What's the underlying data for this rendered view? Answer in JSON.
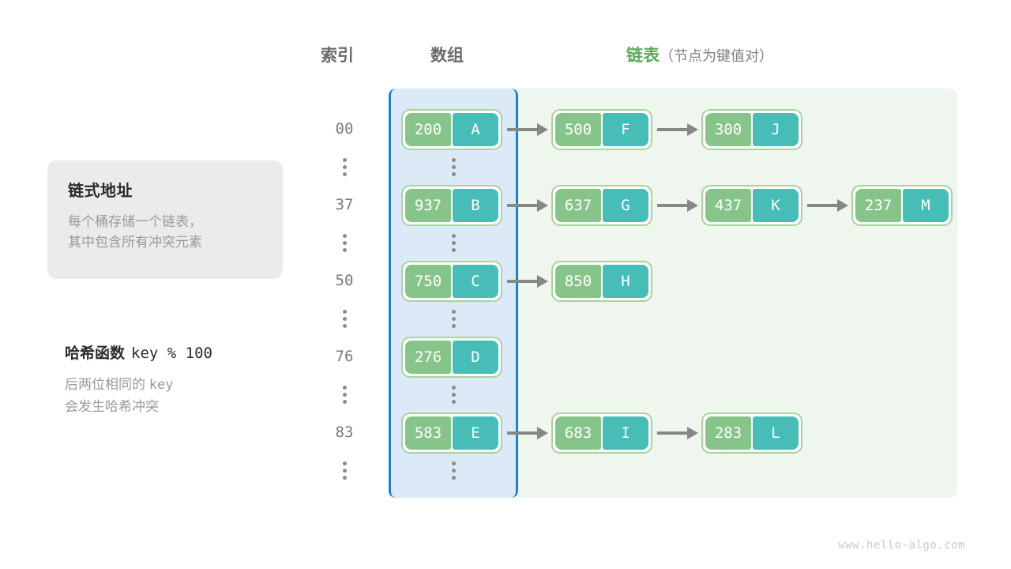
{
  "headers": {
    "index": "索引",
    "array": "数组",
    "list_main": "链表",
    "list_sub": "（节点为键值对）"
  },
  "info_card": {
    "title": "链式地址",
    "line1": "每个桶存储一个链表，",
    "line2": "其中包含所有冲突元素"
  },
  "hash": {
    "label": "哈希函数",
    "formula": "key % 100",
    "note1_a": "后两位相同的",
    "note1_b": "key",
    "note2": "会发生哈希冲突"
  },
  "colors": {
    "key_box": "#86c489",
    "value_box": "#46bdb7",
    "node_border": "#a8d3a0",
    "array_panel": "#dceaf7",
    "array_border": "#1d7fd0",
    "list_panel": "#eef6ee",
    "arrow": "#878787",
    "header_green": "#5caa5c",
    "header_gray": "#6b6b6b",
    "muted_text": "#9a9a9a"
  },
  "ellipsis_glyph": "⋮",
  "rows": [
    {
      "index": "00",
      "bucket": {
        "key": "200",
        "value": "A"
      },
      "chain": [
        {
          "key": "500",
          "value": "F"
        },
        {
          "key": "300",
          "value": "J"
        }
      ]
    },
    {
      "index": "37",
      "bucket": {
        "key": "937",
        "value": "B"
      },
      "chain": [
        {
          "key": "637",
          "value": "G"
        },
        {
          "key": "437",
          "value": "K"
        },
        {
          "key": "237",
          "value": "M"
        }
      ]
    },
    {
      "index": "50",
      "bucket": {
        "key": "750",
        "value": "C"
      },
      "chain": [
        {
          "key": "850",
          "value": "H"
        }
      ]
    },
    {
      "index": "76",
      "bucket": {
        "key": "276",
        "value": "D"
      },
      "chain": []
    },
    {
      "index": "83",
      "bucket": {
        "key": "583",
        "value": "E"
      },
      "chain": [
        {
          "key": "683",
          "value": "I"
        },
        {
          "key": "283",
          "value": "L"
        }
      ]
    }
  ],
  "watermark": "www.hello-algo.com"
}
